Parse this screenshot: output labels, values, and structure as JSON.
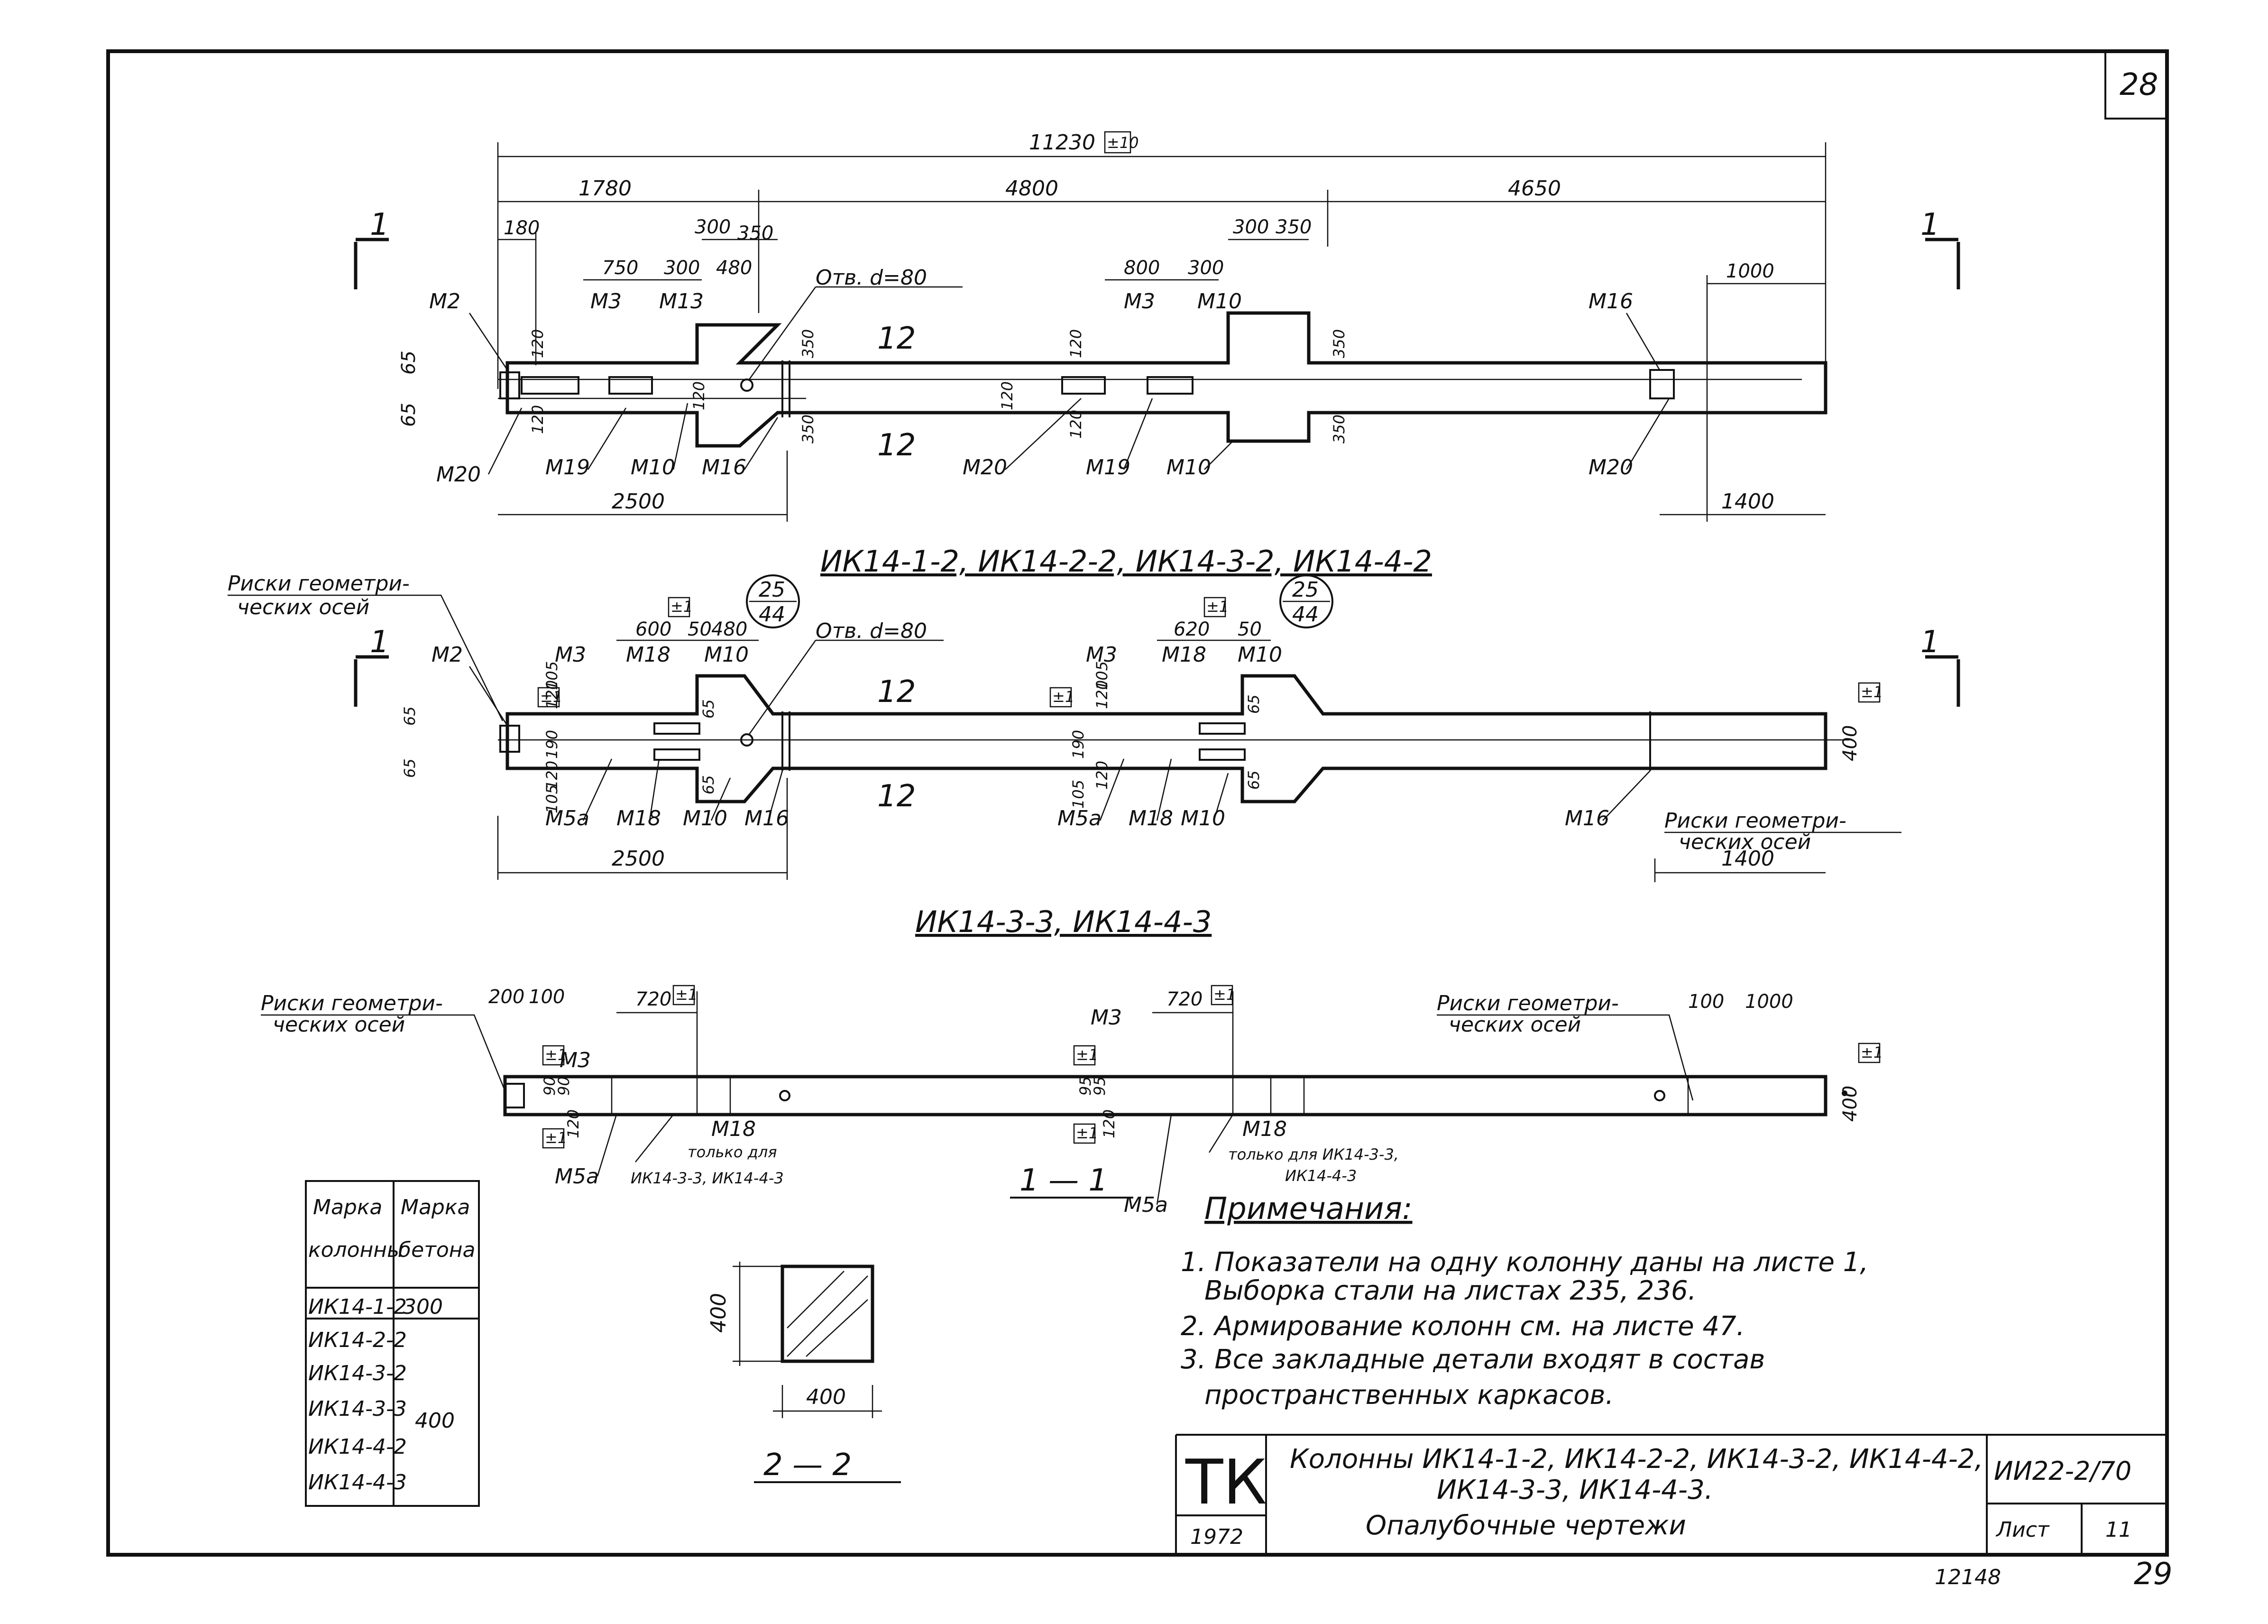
{
  "sheet": {
    "page_corner_number": "28",
    "page_footer_number": "29",
    "inventory_number": "12148"
  },
  "view_top": {
    "overall_length": "11230",
    "tolerance": "±10",
    "segments": [
      "1780",
      "4800",
      "4650"
    ],
    "dims": {
      "d180": "180",
      "d750": "750",
      "d300a": "300",
      "d300b": "300",
      "d350a": "350",
      "d480": "480",
      "d800": "800",
      "d300c": "300",
      "d300d": "300",
      "d350b": "350",
      "d1000": "1000",
      "d65a": "65",
      "d65b": "65",
      "d120a": "120",
      "d120b": "120",
      "d120c": "120",
      "d120d": "120",
      "d120e": "120",
      "d120f": "120",
      "d350c": "350",
      "d350d": "350",
      "d350e": "350",
      "d350f": "350",
      "d2500": "2500",
      "d1400": "1400"
    },
    "hole": "Отв. d=80",
    "section_marks": [
      "12",
      "12"
    ],
    "cut_marks": [
      "1",
      "1"
    ],
    "parts": {
      "m2": "M2",
      "m3a": "M3",
      "m13a": "M13",
      "m3b": "M3",
      "m10a": "M10",
      "m16a": "M16",
      "m20a": "M20",
      "m19a": "M19",
      "m10b": "M10",
      "m16b": "M16",
      "m20b": "M20",
      "m19b": "M19",
      "m10c": "M10",
      "m20c": "M20"
    },
    "caption": "ИК14-1-2, ИК14-2-2, ИК14-3-2, ИК14-4-2"
  },
  "view_mid": {
    "axes_note": "Риски геометри-\nческих осей",
    "axes_note_line1": "Риски геометри-",
    "axes_note_line2": "ческих осей",
    "hole": "Отв. d=80",
    "circle_num": "25",
    "circle_den": "44",
    "tol": "±1",
    "dims": {
      "d600": "600",
      "d50a": "50",
      "d480": "480",
      "d620": "620",
      "d50b": "50",
      "d65a": "65",
      "d65b": "65",
      "d120a": "120",
      "d105a": "105",
      "d190a": "190",
      "d120b": "120",
      "d105b": "105",
      "d65c": "65",
      "d65d": "65",
      "d120c": "120",
      "d105c": "105",
      "d190b": "190",
      "d105d": "105",
      "d120d": "120",
      "d65e": "65",
      "d65f": "65",
      "d400": "400",
      "d2500": "2500",
      "d1400": "1400"
    },
    "section_marks": [
      "12",
      "12"
    ],
    "cut_marks": [
      "1",
      "1"
    ],
    "parts": {
      "m2": "M2",
      "m3a": "M3",
      "m18a": "M18",
      "m10a": "M10",
      "m5a1": "M5a",
      "m18b": "M18",
      "m10b": "M10",
      "m16a": "M16",
      "m3b": "M3",
      "m18c": "M18",
      "m10c": "M10",
      "m5a2": "M5a",
      "m18d": "M18",
      "m10d": "M10",
      "m16b": "M16"
    },
    "caption": "ИК14-3-3, ИК14-4-3"
  },
  "view_bottom": {
    "axes_note_line1": "Риски геометри-",
    "axes_note_line2": "ческих осей",
    "axes_note2_line1": "Риски геометри-",
    "axes_note2_line2": "ческих осей",
    "dims": {
      "d200": "200",
      "d100a": "100",
      "d720a": "720",
      "d720b": "720",
      "d100b": "100",
      "d1000": "1000",
      "d90a": "90",
      "d90b": "90",
      "d120a": "120",
      "d95a": "95",
      "d95b": "95",
      "d120b": "120",
      "d400": "400"
    },
    "tol": "±1",
    "parts": {
      "m3a": "M3",
      "m5a1": "M5a",
      "m18a": "M18",
      "m3b": "M3",
      "m5a2": "M5a",
      "m18b": "M18"
    },
    "only_for_1": "только для",
    "only_for_2": "ИК14-3-3, ИК14-4-3",
    "only_for_3": "только для ИК14-3-3,",
    "only_for_4": "ИК14-4-3",
    "cut_label": "1 — 1"
  },
  "concrete_table": {
    "headers": [
      "Марка колонны",
      "Марка бетона"
    ],
    "header_col1_l1": "Марка",
    "header_col1_l2": "колонны",
    "header_col2_l1": "Марка",
    "header_col2_l2": "бетона",
    "rows": [
      {
        "column": "ИК14-1-2",
        "concrete": "300"
      },
      {
        "column": "ИК14-2-2",
        "concrete": "400"
      },
      {
        "column": "ИК14-3-2",
        "concrete": "400"
      },
      {
        "column": "ИК14-3-3",
        "concrete": "400"
      },
      {
        "column": "ИК14-4-2",
        "concrete": "400"
      },
      {
        "column": "ИК14-4-3",
        "concrete": "400"
      }
    ],
    "r1": "ИК14-1-2",
    "c1": "300",
    "r2": "ИК14-2-2",
    "r3": "ИК14-3-2",
    "r4": "ИК14-3-3",
    "r5": "ИК14-4-2",
    "r6": "ИК14-4-3",
    "c_group": "400"
  },
  "section_22": {
    "dim_side": "400",
    "dim_bottom": "400",
    "label": "2 — 2"
  },
  "notes": {
    "heading": "Примечания:",
    "lines": [
      "1. Показатели на одну колонну даны на листе 1,",
      "Выборка стали на листах 235, 236.",
      "2. Армирование колонн см. на листе 47.",
      "3. Все закладные детали входят в состав",
      "пространственных каркасов."
    ],
    "l1": "1. Показатели на одну колонну даны на листе 1,",
    "l2": "Выборка стали на листах 235, 236.",
    "l3": "2. Армирование колонн см. на листе 47.",
    "l4": "3. Все закладные детали входят в состав",
    "l5": "пространственных каркасов."
  },
  "title_block": {
    "org": "ТК",
    "year": "1972",
    "title_line1": "Колонны ИК14-1-2, ИК14-2-2, ИК14-3-2, ИК14-4-2,",
    "title_line2": "ИК14-3-3, ИК14-4-3.",
    "title_line3": "Опалубочные чертежи",
    "doc_code": "ИИ22-2/70",
    "sheet_label": "Лист",
    "sheet_number": "11"
  }
}
